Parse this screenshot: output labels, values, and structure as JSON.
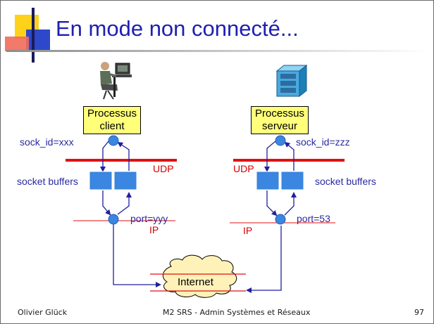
{
  "slide": {
    "title": "En mode non connecté...",
    "footer": {
      "author": "Olivier Glück",
      "course": "M2 SRS - Admin Systèmes et Réseaux",
      "page": "97"
    }
  },
  "diagram": {
    "client": {
      "process_line1": "Processus",
      "process_line2": "client",
      "sock_id": "sock_id=xxx",
      "transport": "UDP",
      "buffers": "socket buffers",
      "port": "port=yyy",
      "network": "IP"
    },
    "server": {
      "process_line1": "Processus",
      "process_line2": "serveur",
      "sock_id": "sock_id=zzz",
      "transport": "UDP",
      "buffers": "socket buffers",
      "port": "port=53",
      "network": "IP"
    },
    "internet": "Internet"
  },
  "colors": {
    "title": "#1f1fb0",
    "label_blue": "#2a2aa0",
    "label_red": "#d40000",
    "buffer_blue": "#3a86e0",
    "process_fill": "#ffff7a",
    "cloud_fill": "#fff2b8"
  }
}
